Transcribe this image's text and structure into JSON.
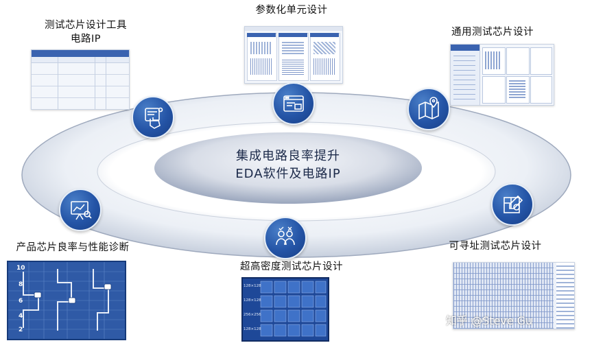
{
  "center": {
    "line1": "集成电路良率提升",
    "line2": "EDA软件及电路IP"
  },
  "nodes": {
    "test_chip_tool": {
      "line1": "测试芯片设计工具",
      "line2": "电路IP"
    },
    "parametric_cell": {
      "label": "参数化单元设计"
    },
    "general_test_chip": {
      "label": "通用测试芯片设计"
    },
    "yield_diagnosis": {
      "label": "产品芯片良率与性能诊断"
    },
    "high_density": {
      "label": "超高密度测试芯片设计"
    },
    "addressable": {
      "label": "可寻址测试芯片设计"
    }
  },
  "high_density_grid": {
    "row_labels": [
      "128×128",
      "128×128",
      "256×256",
      "128×128"
    ]
  },
  "diagnosis_panel": {
    "numbers": [
      "10",
      "8",
      "6",
      "4",
      "2"
    ]
  },
  "watermark": "知乎 @Steve Gu",
  "colors": {
    "accent": "#2454a6",
    "dark_blue": "#1e4898",
    "ellipse_outer": "#d7dce6"
  }
}
